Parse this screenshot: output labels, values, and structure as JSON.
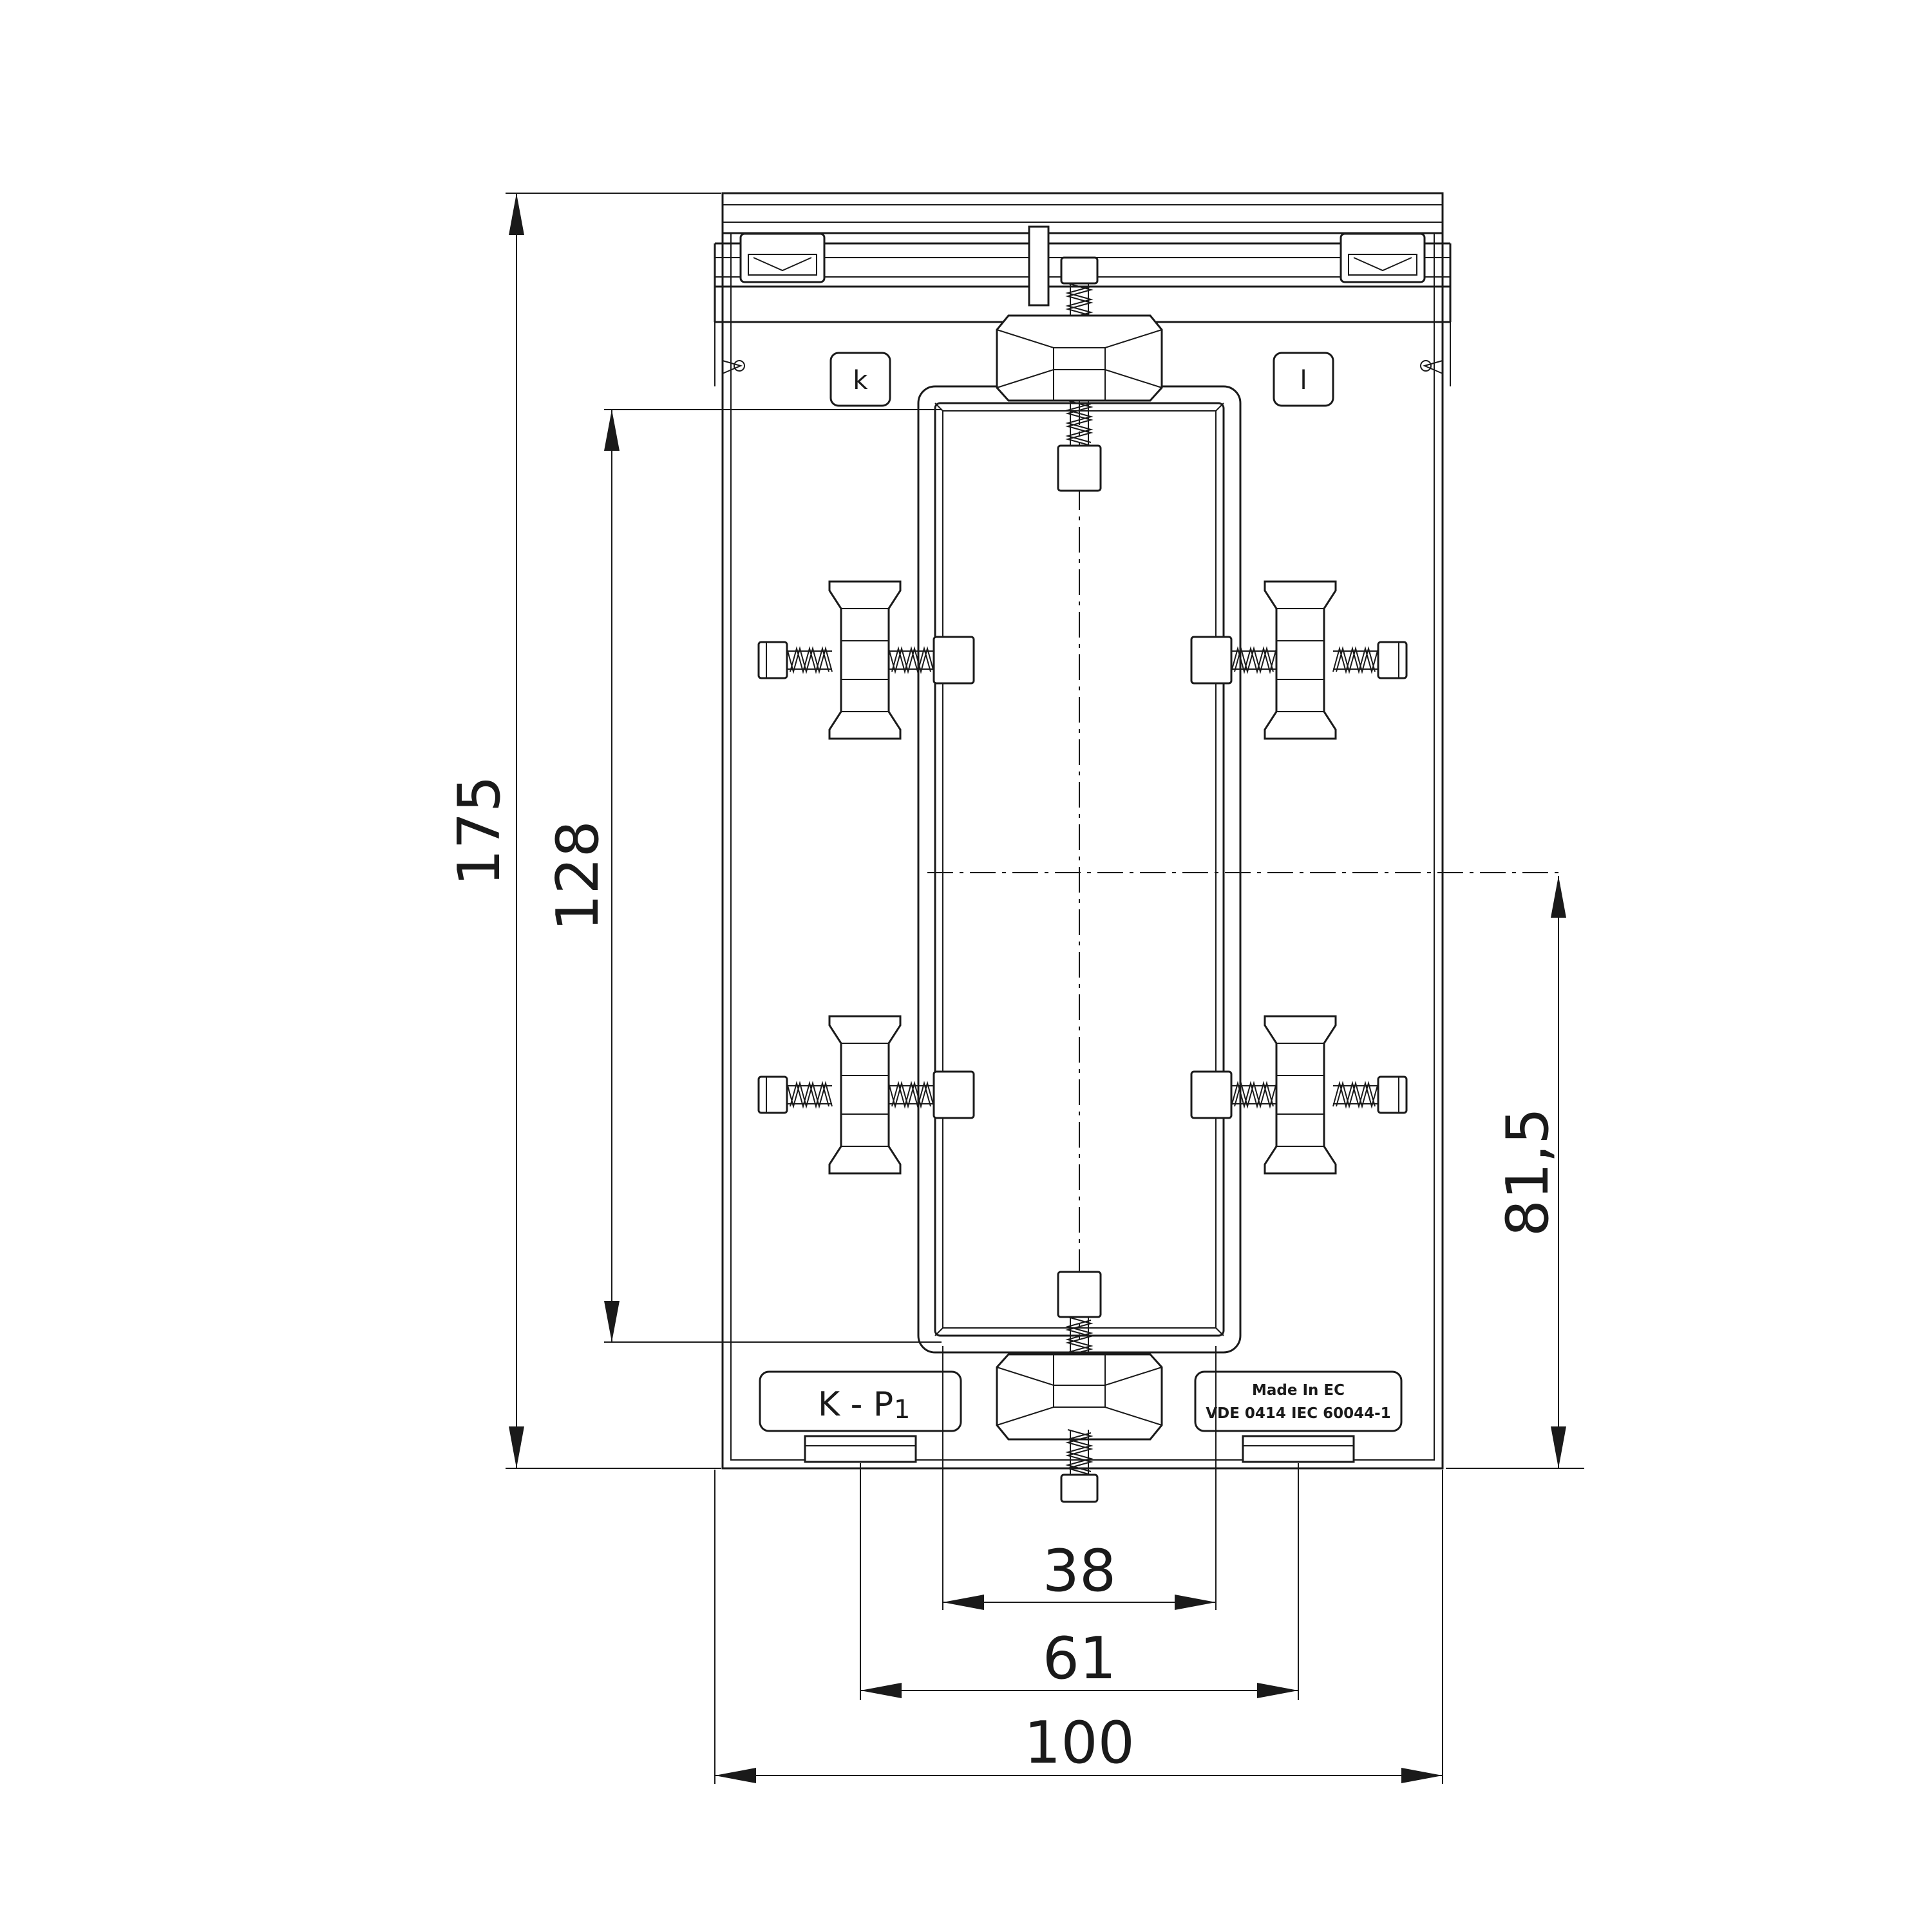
{
  "dimensions": {
    "overall_height": "175",
    "window_height": "128",
    "center_height": "81,5",
    "window_width": "38",
    "mounting_distance": "61",
    "overall_width": "100"
  },
  "labels": {
    "terminal_k": "k",
    "terminal_l": "l",
    "primary_marking_main": "K - P",
    "primary_marking_sub": "1",
    "made_in": "Made In EC",
    "standards": "VDE 0414 IEC 60044-1"
  }
}
